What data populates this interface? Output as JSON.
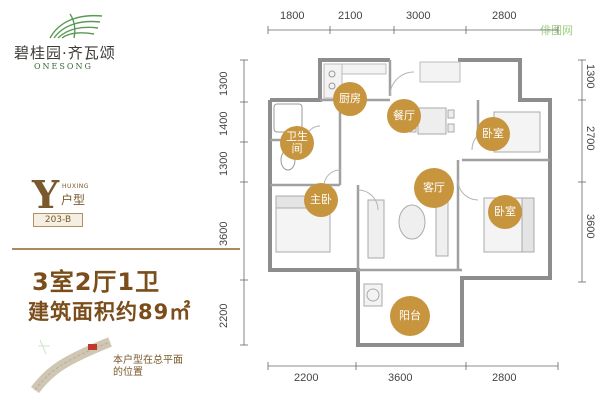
{
  "brand": {
    "name_cn": "碧桂园·齐瓦颂",
    "name_en": "ONESONG"
  },
  "unit": {
    "letter": "Y",
    "huxing": "HUXING",
    "type_label": "户型",
    "code": "203-B"
  },
  "summary": {
    "layout": "3室2厅1卫",
    "area": "建筑面积约89㎡"
  },
  "site_note": "本户型在总平面的位置",
  "watermark": "俳图网",
  "dimensions": {
    "top": [
      "1800",
      "2100",
      "3000",
      "2800"
    ],
    "bottom": [
      "2200",
      "3600",
      "2800"
    ],
    "left": [
      "1300",
      "1400",
      "1300",
      "3600",
      "2200"
    ],
    "right": [
      "1300",
      "2700",
      "3600"
    ]
  },
  "rooms": {
    "kitchen": "厨房",
    "dining": "餐厅",
    "bath": "卫生间",
    "master": "主卧",
    "living": "客厅",
    "bed1": "卧室",
    "bed2": "卧室",
    "balcony": "阳台"
  },
  "colors": {
    "gold": "#c8953f",
    "brown_text": "#7a4d1a",
    "wall": "#8d8d8d"
  }
}
